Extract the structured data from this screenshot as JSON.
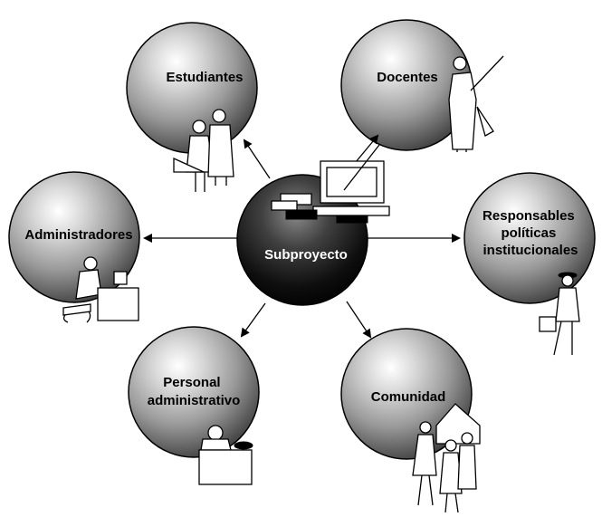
{
  "center": {
    "label": "Subproyecto"
  },
  "nodes": [
    {
      "id": "estudiantes",
      "lines": [
        "Estudiantes"
      ]
    },
    {
      "id": "docentes",
      "lines": [
        "Docentes"
      ]
    },
    {
      "id": "administradores",
      "lines": [
        "Administradores"
      ]
    },
    {
      "id": "responsables",
      "lines": [
        "Responsables",
        "políticas",
        "institucionales"
      ]
    },
    {
      "id": "personal",
      "lines": [
        "Personal",
        "administrativo"
      ]
    },
    {
      "id": "comunidad",
      "lines": [
        "Comunidad"
      ]
    }
  ]
}
